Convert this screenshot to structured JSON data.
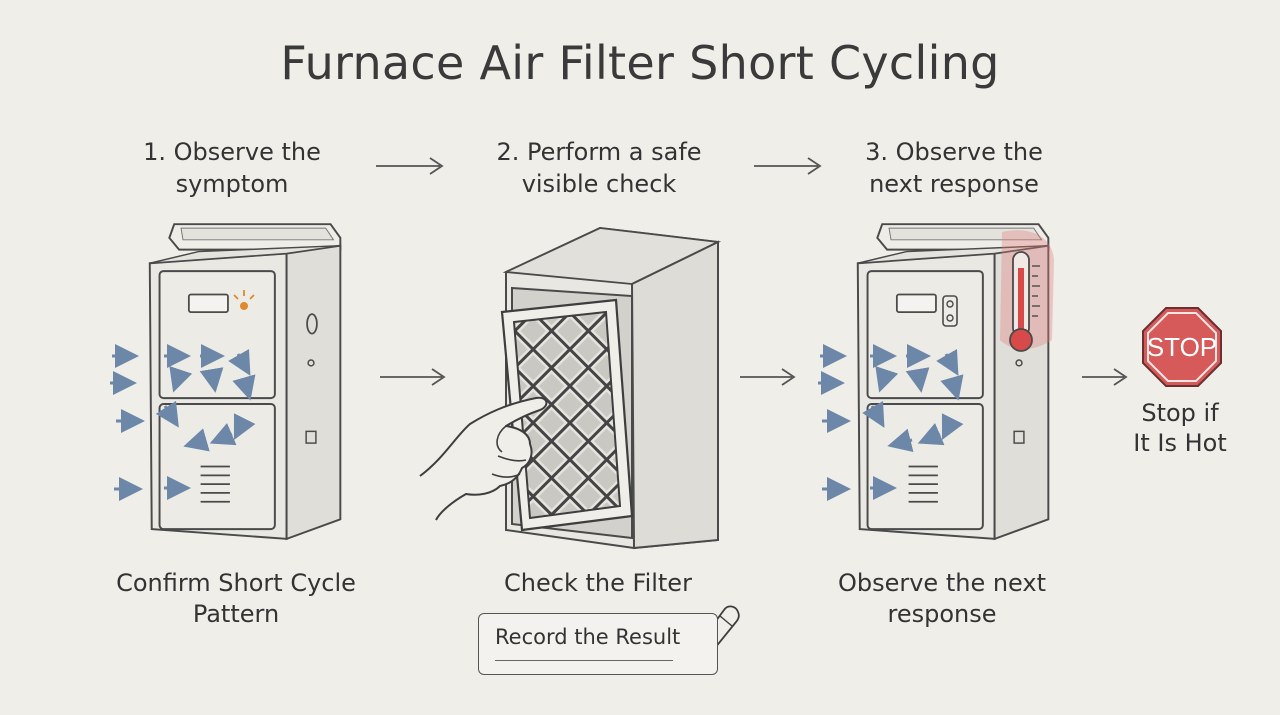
{
  "title": "Furnace Air Filter Short Cycling",
  "steps": [
    {
      "line1": "1. Observe the",
      "line2": "symptom"
    },
    {
      "line1": "2. Perform a safe",
      "line2": "visible check"
    },
    {
      "line1": "3. Observe the",
      "line2": "next response"
    }
  ],
  "captions": [
    {
      "line1": "Confirm Short Cycle",
      "line2": "Pattern"
    },
    {
      "line1": "Check the Filter",
      "line2": ""
    },
    {
      "line1": "Observe the next",
      "line2": "response"
    }
  ],
  "record": {
    "label": "Record the Result"
  },
  "stop": {
    "sign_text": "STOP",
    "line1": "Stop if",
    "line2": "It Is Hot"
  },
  "colors": {
    "background": "#efeee9",
    "ink": "#4a4a4a",
    "airflow_arrow": "#6d87a8",
    "stop_red": "#d65a5a",
    "thermometer_red": "#d84a4a",
    "indicator_orange": "#e0892f"
  },
  "icons": [
    "furnace-icon",
    "air-filter-icon",
    "pointing-hand-icon",
    "thermometer-icon",
    "stop-sign-icon",
    "pencil-icon",
    "arrow-right-icon",
    "airflow-arrow-icon"
  ]
}
